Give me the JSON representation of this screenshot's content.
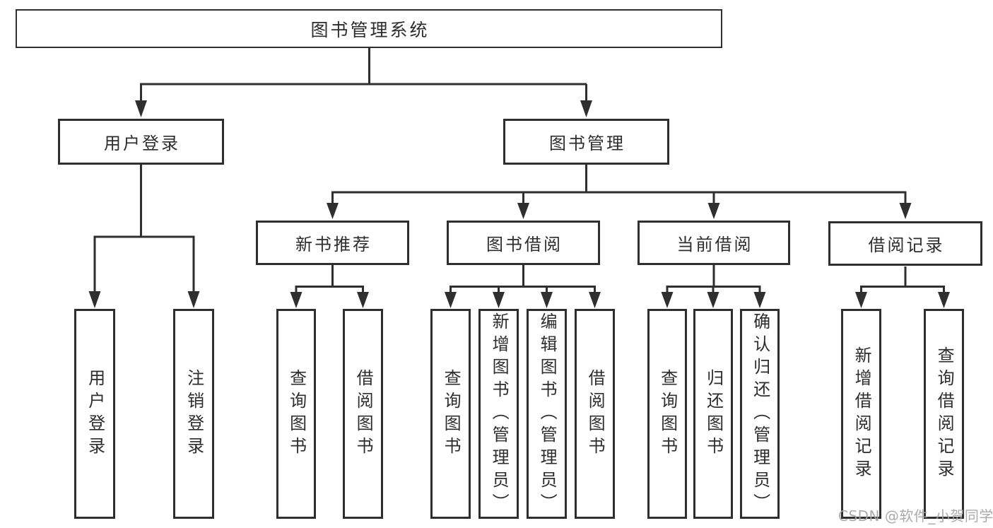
{
  "nodes": {
    "root": "图书管理系统",
    "user_login": "用户登录",
    "book_mgmt": "图书管理",
    "new_book_rec": "新书推荐",
    "book_borrow": "图书借阅",
    "current_borrow": "当前借阅",
    "borrow_record": "借阅记录",
    "leaf_user_login": "用户登录",
    "leaf_logout": "注销登录",
    "leaf_query_book_rec": "查询图书",
    "leaf_borrow_book_rec": "借阅图书",
    "leaf_query_book_borrow": "查询图书",
    "leaf_add_book_admin": "新增图书（管理员）",
    "leaf_edit_book_admin": "编辑图书（管理员）",
    "leaf_borrow_book_borrow": "借阅图书",
    "leaf_query_book_current": "查询图书",
    "leaf_return_book": "归还图书",
    "leaf_confirm_return_admin": "确认归还（管理员）",
    "leaf_add_borrow_record": "新增借阅记录",
    "leaf_query_borrow_record": "查询借阅记录"
  },
  "hierarchy": {
    "图书管理系统": {
      "用户登录": [
        "用户登录",
        "注销登录"
      ],
      "图书管理": {
        "新书推荐": [
          "查询图书",
          "借阅图书"
        ],
        "图书借阅": [
          "查询图书",
          "新增图书（管理员）",
          "编辑图书（管理员）",
          "借阅图书"
        ],
        "当前借阅": [
          "查询图书",
          "归还图书",
          "确认归还（管理员）"
        ],
        "借阅记录": [
          "新增借阅记录",
          "查询借阅记录"
        ]
      }
    }
  },
  "watermark": "CSDN @软件_小贺同学",
  "colors": {
    "line": "#2f2f30",
    "text": "#2d2d2e",
    "watermark": "#a4a4a4",
    "background": "#ffffff"
  }
}
